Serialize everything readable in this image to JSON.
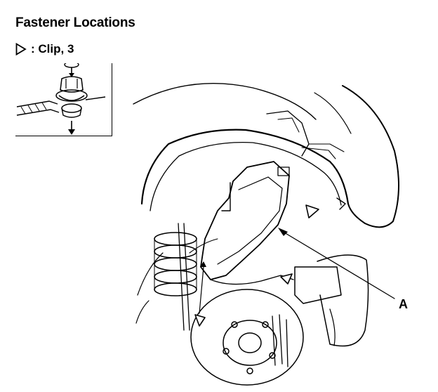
{
  "title": "Fastener Locations",
  "legend": {
    "symbol": "triangle-outline-icon",
    "text": ": Clip, 3"
  },
  "callout_label": "A"
}
